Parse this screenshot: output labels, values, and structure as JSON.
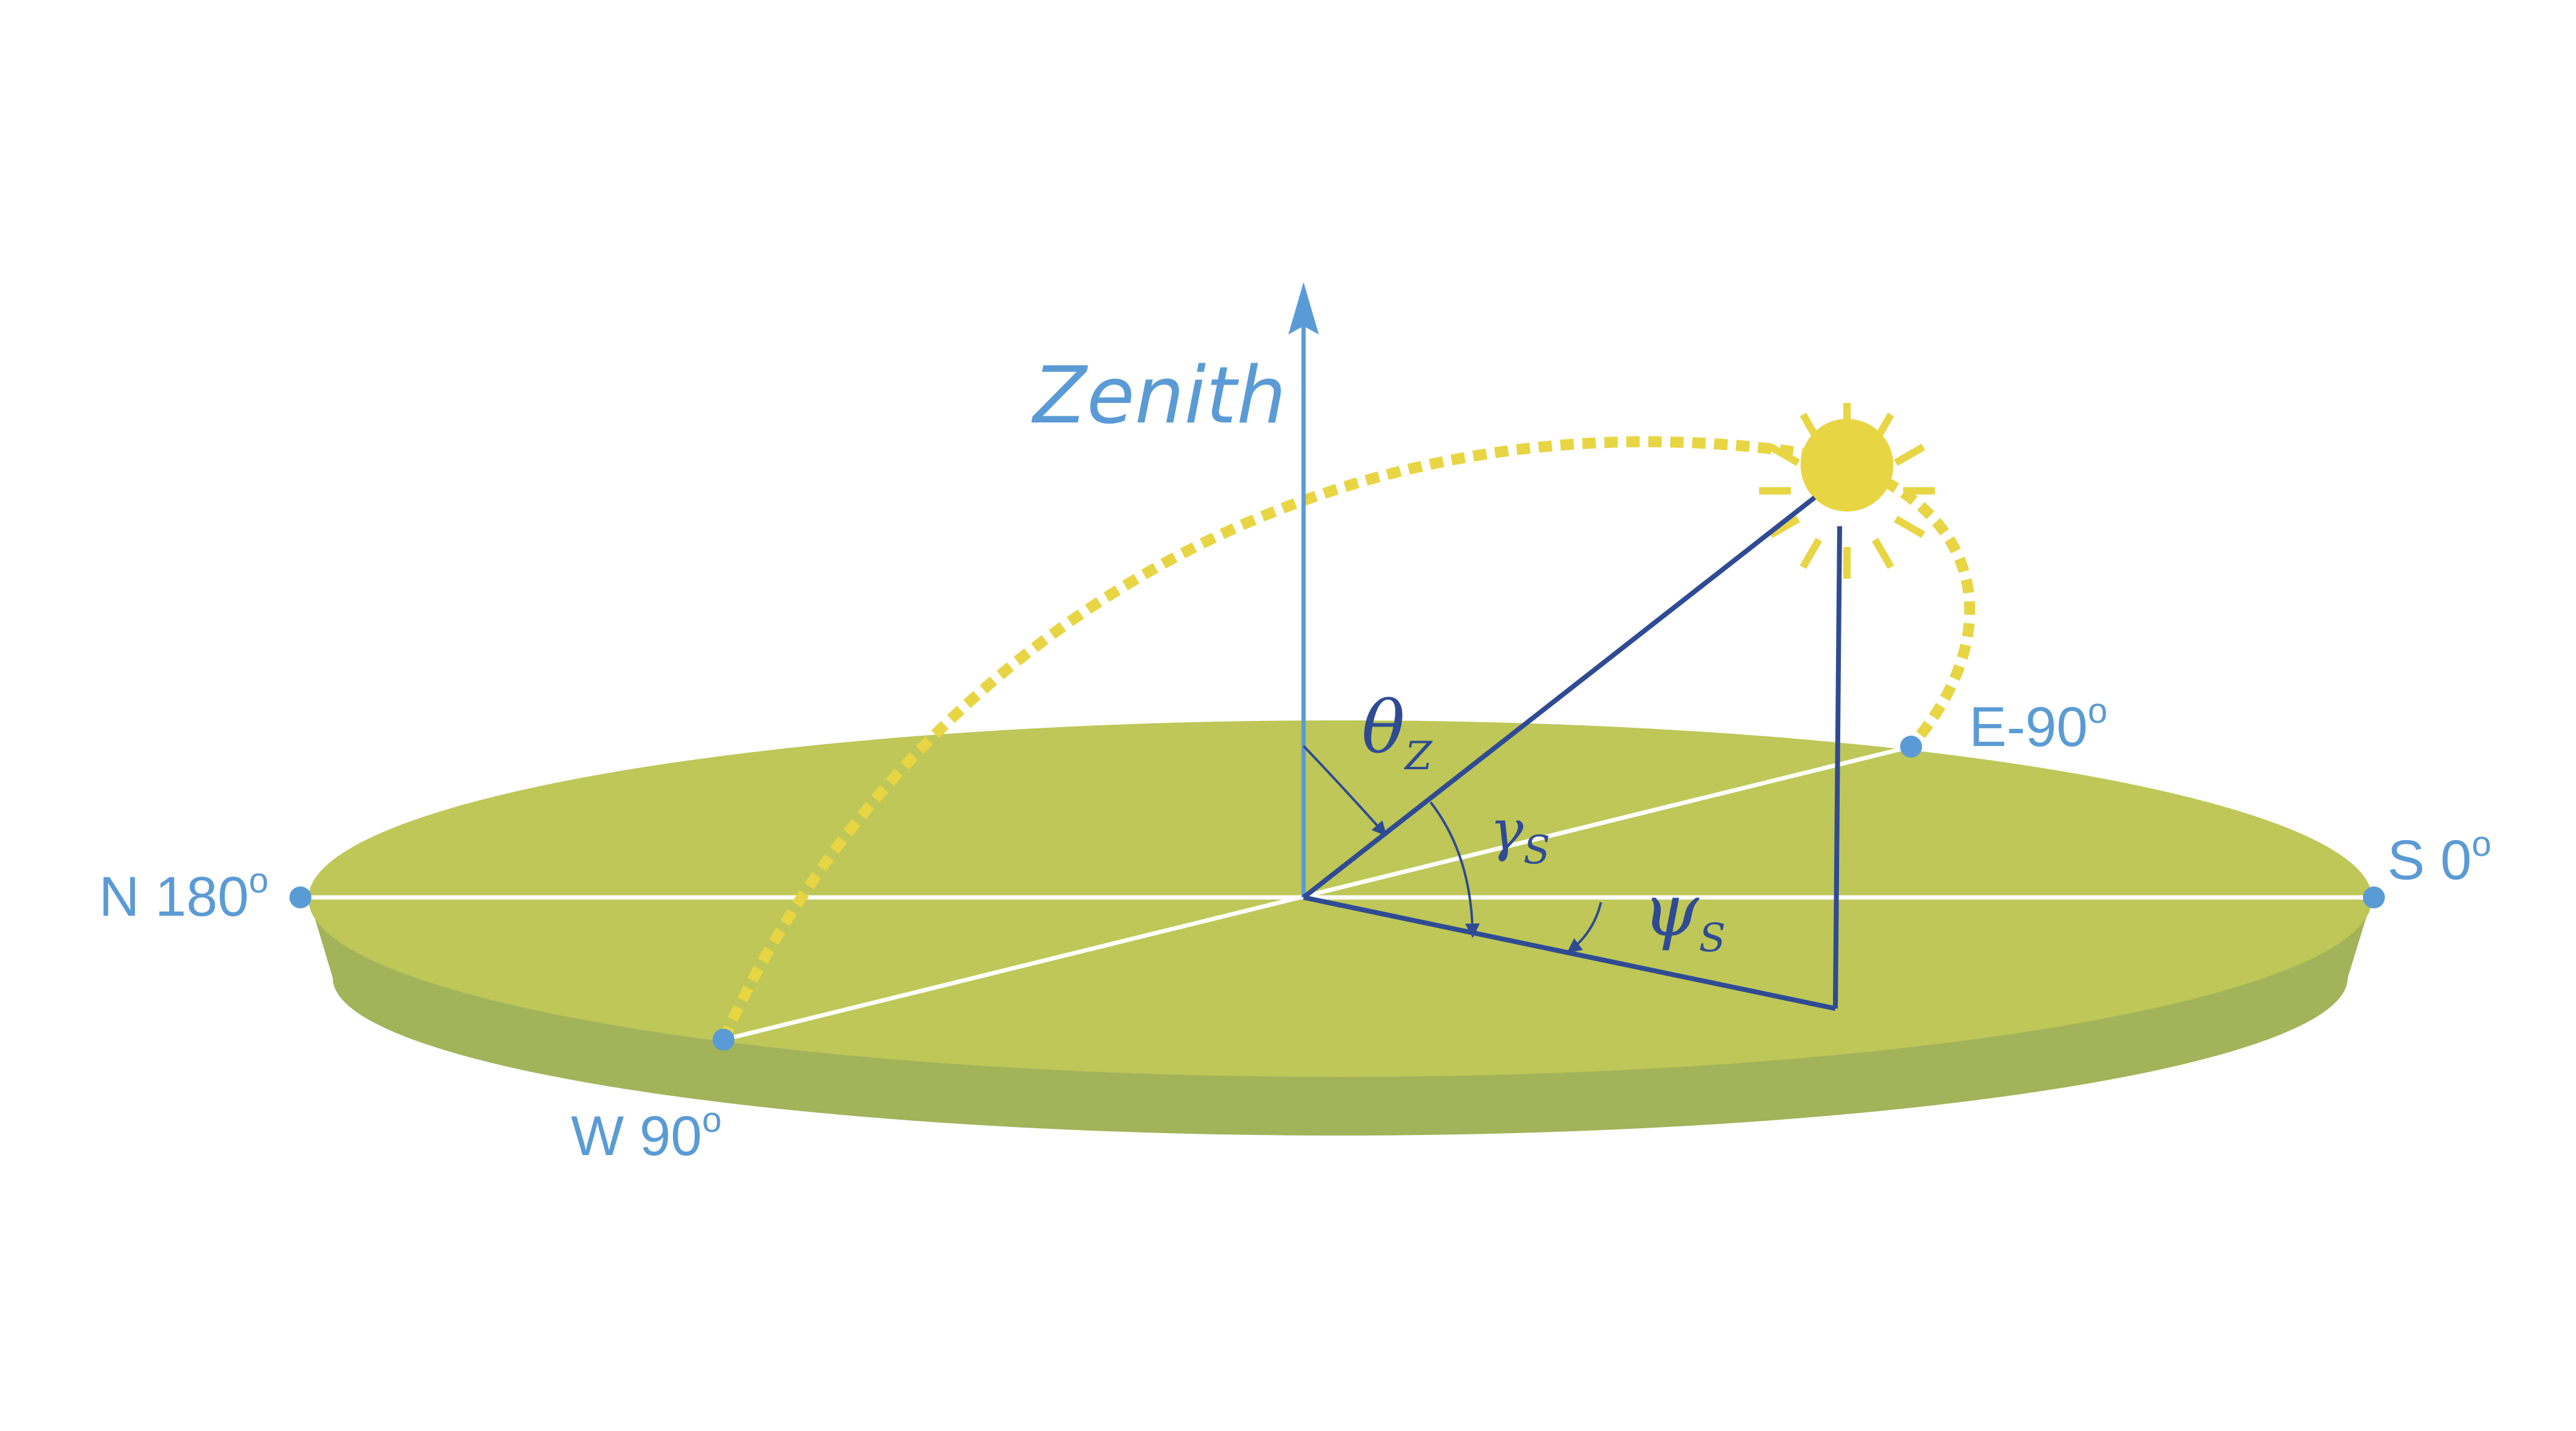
{
  "labels": {
    "zenith": "Zenith",
    "north": "N 180",
    "south": "S 0",
    "west": "W 90",
    "east": "E-90",
    "degree_mark": "o",
    "theta": "θ",
    "theta_sub": "Z",
    "gamma": "γ",
    "gamma_sub": "S",
    "psi": "ψ",
    "psi_sub": "S"
  },
  "colors": {
    "ground_top": "#bec758",
    "ground_side": "#a2b35a",
    "sun": "#e8d544",
    "sun_path": "#e8d544",
    "compass_lines": "#ffffff",
    "compass_points": "#5b9bd5",
    "zenith_arrow": "#5b9bd5",
    "vectors": "#2f4b93",
    "text_blue": "#5b9bd5"
  },
  "icons": {
    "sun": "sun-icon"
  }
}
